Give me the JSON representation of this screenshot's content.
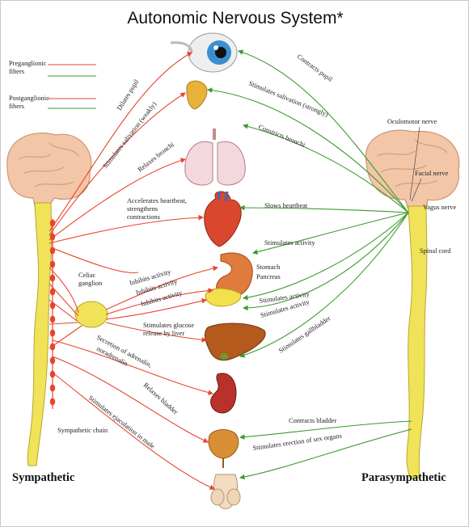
{
  "title": "Autonomic Nervous System*",
  "legend": {
    "preganglionic": "Preganglionic",
    "preganglionic_2": "fibers",
    "postganglionic": "Postganglionic",
    "postganglionic_2": "fibers"
  },
  "sides": {
    "left": "Sympathetic",
    "right": "Parasympathetic"
  },
  "colors": {
    "sympathetic": "#e8452d",
    "parasympathetic": "#3d9a2f",
    "spinal_cord": "#f0e35a",
    "brain": "#f3c6a8"
  },
  "sympathetic_labels": {
    "dilates_pupil": "Dilates pupil",
    "salivation": "Stimulates salivation (weakly)",
    "bronchi": "Relaxes bronchi",
    "heart_1": "Accelerates heartbeat,",
    "heart_2": "strengthens",
    "heart_3": "contractions",
    "inhibits_1": "Inhibits activity",
    "inhibits_2": "Inhibits activity",
    "inhibits_3": "Inhibits activity",
    "glucose_1": "Stimulates glucose",
    "glucose_2": "release by liver",
    "adrenalin_1": "Secretion of adrenalin,",
    "adrenalin_2": "noradrenalin",
    "bladder": "Relaxes bladder",
    "ejaculation": "Stimulates ejaculation in male",
    "chain": "Sympathetic chain",
    "celiac_1": "Celiac",
    "celiac_2": "ganglion"
  },
  "parasympathetic_labels": {
    "pupil": "Contracts pupil",
    "salivation": "Stimulates salivation (strongly)",
    "bronchi": "Constricts bronchi",
    "heart": "Slows heartbeat",
    "activity": "Stimulates activity",
    "stomach": "Stomach",
    "pancreas": "Pancreas",
    "activity_2": "Stimulates activity",
    "activity_3": "Stimulates activity",
    "gallbladder": "Stimulates gallbladder",
    "bladder": "Contracts bladder",
    "sex_organs": "Stimulates erection of sex organs"
  },
  "nerve_labels": {
    "oculomotor": "Oculomotor nerve",
    "facial": "Facial nerve",
    "vagus": "Vagus nerve",
    "spinal": "Spinal cord"
  },
  "organs": [
    "eye-icon",
    "salivary-gland-icon",
    "lungs-icon",
    "heart-icon",
    "stomach-icon",
    "pancreas-icon",
    "liver-icon",
    "kidney-icon",
    "bladder-icon",
    "genitals-icon"
  ]
}
